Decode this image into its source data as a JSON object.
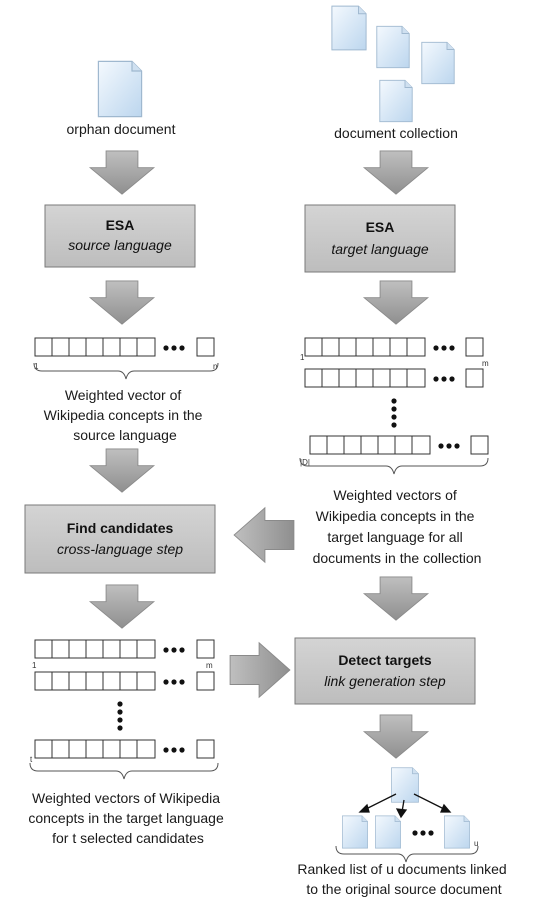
{
  "left": {
    "input_label": "orphan document",
    "esa_title": "ESA",
    "esa_subtitle": "source language",
    "vector_start_index": "1",
    "vector_end_index": "n",
    "vector_caption": [
      "Weighted vector of",
      "Wikipedia concepts in the",
      "source language"
    ],
    "find_title": "Find candidates",
    "find_subtitle": "cross-language step",
    "cand_start_index": "1",
    "cand_end_index": "m",
    "cand_last_index": "t",
    "cand_caption": [
      "Weighted vectors of Wikipedia",
      "concepts in the  target language",
      "for t selected candidates"
    ]
  },
  "right": {
    "input_label": "document collection",
    "esa_title": "ESA",
    "esa_subtitle": "target language",
    "vec_start_index": "1",
    "vec_end_index": "m",
    "vec_last_index": "|D|",
    "vec_caption": [
      "Weighted vectors of",
      "Wikipedia concepts in the",
      "target language for all",
      "documents in the collection"
    ],
    "detect_title": "Detect targets",
    "detect_subtitle": "link generation step",
    "ranked_last_index": "u",
    "ranked_caption": [
      "Ranked list of u documents linked",
      "to the original source document"
    ]
  },
  "colors": {
    "box_fill": "#c8c8c8",
    "box_border": "#7a7a7a",
    "arrow_fill": "#a6a6a6",
    "doc_fill": "#dceaf7"
  }
}
